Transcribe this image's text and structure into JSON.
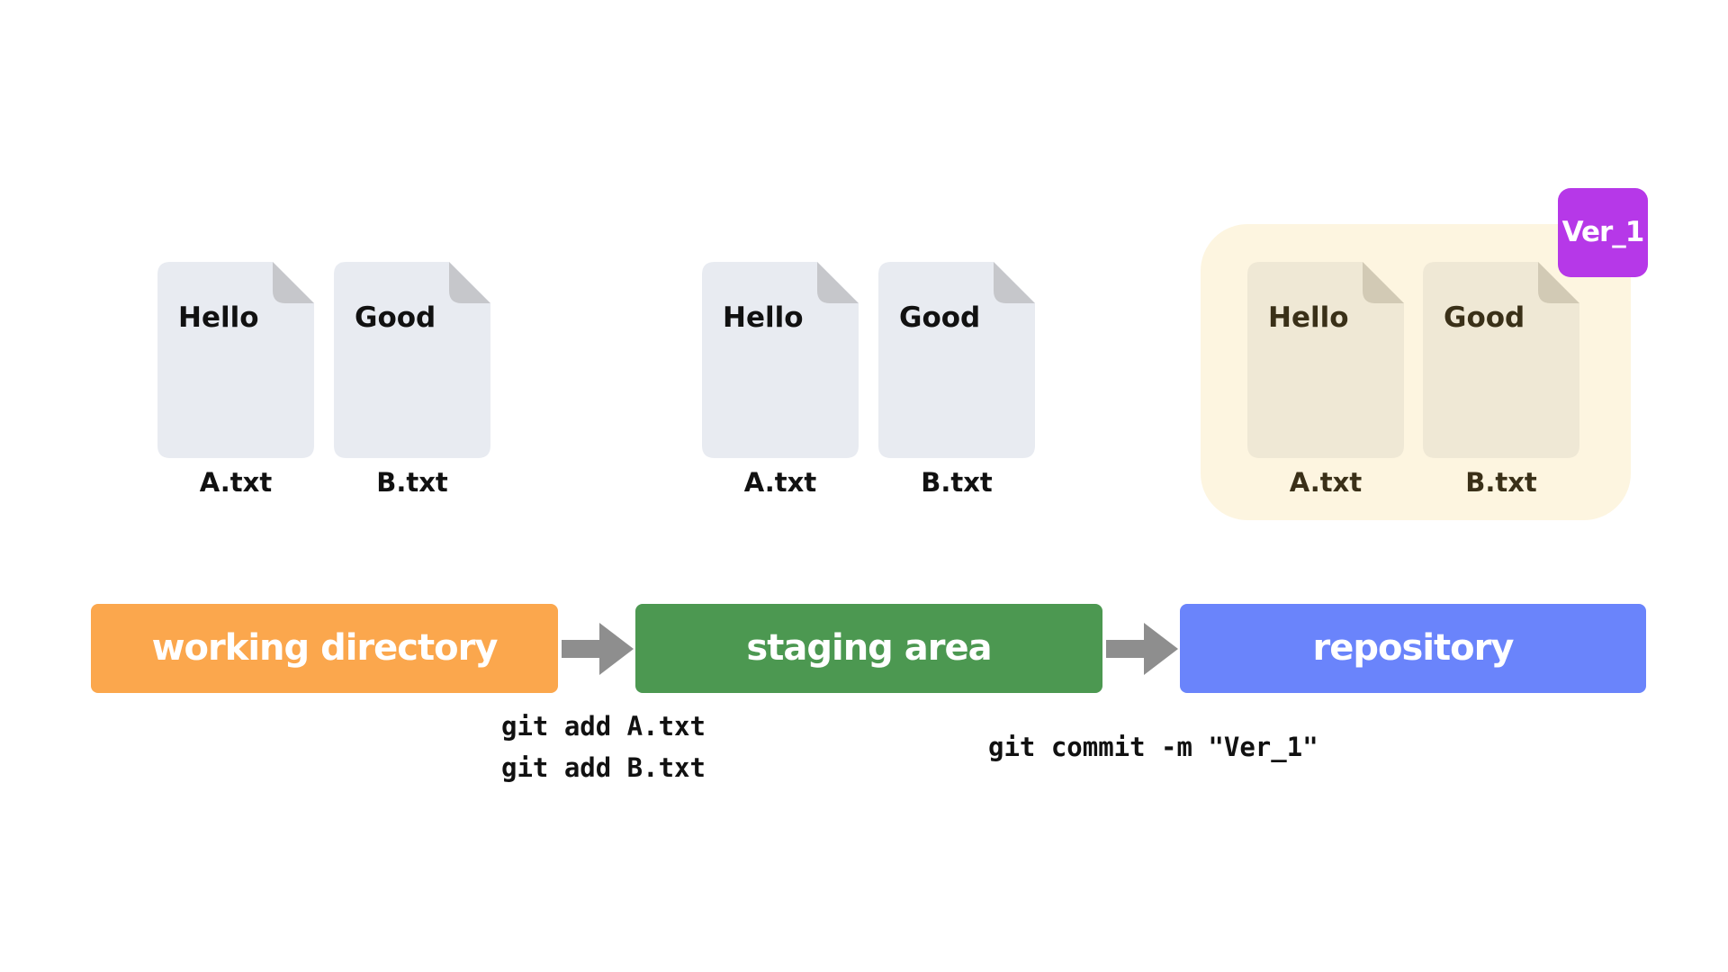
{
  "colors": {
    "working": "#fba74d",
    "staging": "#4c9851",
    "repository": "#6a84fb",
    "repo_background": "#fdf5e0",
    "version_badge": "#b638e8",
    "arrow": "#8e8e8e",
    "file_body": "#e8ebf1",
    "file_fold": "#c6c7cb"
  },
  "groups": {
    "working": {
      "files": [
        {
          "content": "Hello",
          "name": "A.txt"
        },
        {
          "content": "Good",
          "name": "B.txt"
        }
      ]
    },
    "staging": {
      "files": [
        {
          "content": "Hello",
          "name": "A.txt"
        },
        {
          "content": "Good",
          "name": "B.txt"
        }
      ]
    },
    "repository": {
      "version": "Ver_1",
      "files": [
        {
          "content": "Hello",
          "name": "A.txt"
        },
        {
          "content": "Good",
          "name": "B.txt"
        }
      ]
    }
  },
  "stages": {
    "working": "working directory",
    "staging": "staging area",
    "repository": "repository"
  },
  "commands": {
    "add": [
      "git add A.txt",
      "git add B.txt"
    ],
    "commit": "git commit -m \"Ver_1\""
  },
  "icons": {
    "file": "document-icon",
    "arrow": "right-arrow-icon"
  }
}
